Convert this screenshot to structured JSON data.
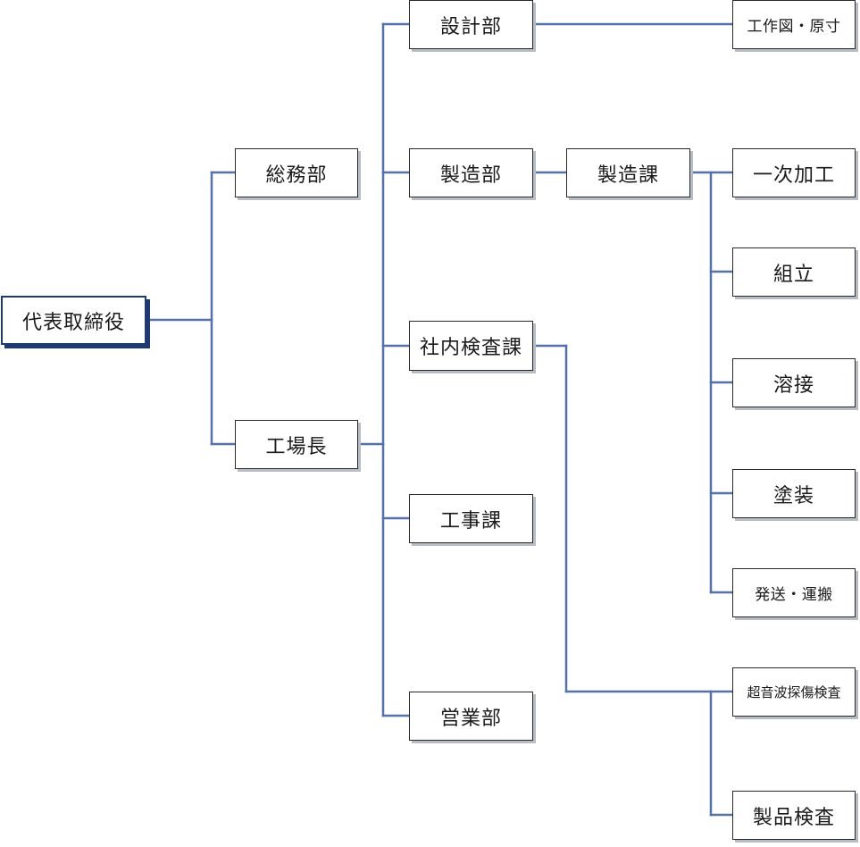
{
  "colors": {
    "connector": "#5472a8",
    "box_border": "#2a2a2a",
    "box_shadow": "#b8bcc4",
    "root_border": "#1f3a6e"
  },
  "org": {
    "representative_director": "代表取締役",
    "general_affairs": "総務部",
    "factory_manager": "工場長",
    "design_dept": "設計部",
    "manufacturing_dept": "製造部",
    "internal_inspection": "社内検査課",
    "construction_section": "工事課",
    "sales_dept": "営業部",
    "manufacturing_section": "製造課",
    "drawings_templates": "工作図・原寸",
    "primary_processing": "一次加工",
    "assembly": "組立",
    "welding": "溶接",
    "painting": "塗装",
    "shipping_transport": "発送・運搬",
    "ultrasonic_inspection": "超音波探傷検査",
    "product_inspection": "製品検査"
  }
}
